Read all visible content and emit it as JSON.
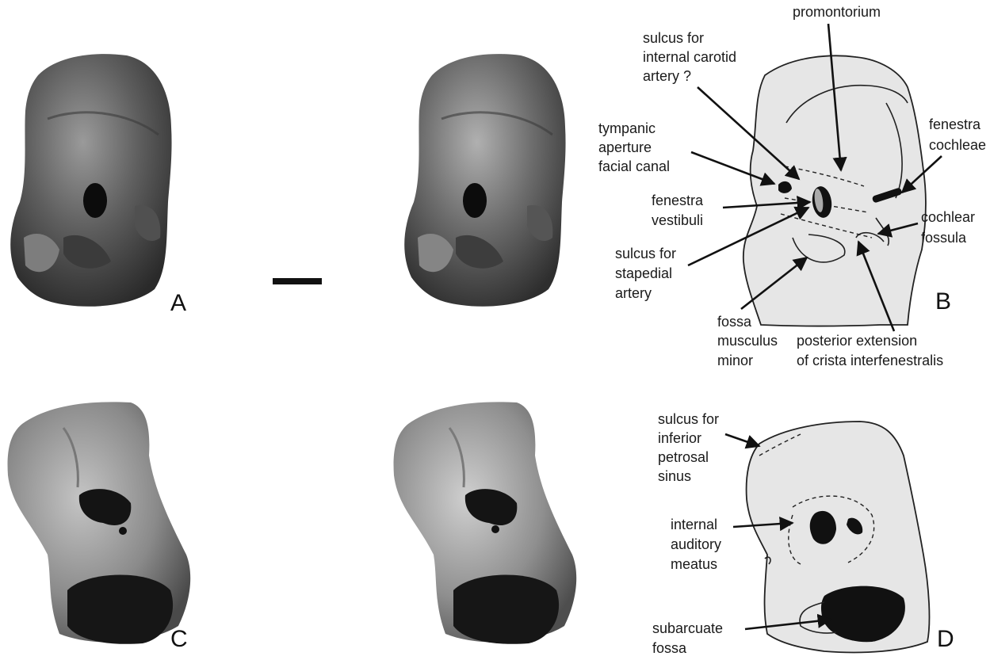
{
  "panels": {
    "A": "A",
    "B": "B",
    "C": "C",
    "D": "D"
  },
  "labels_B": {
    "promontorium": "promontorium",
    "sulcus_carotid": [
      "sulcus for",
      "internal carotid",
      "artery ?"
    ],
    "tympanic_aperture": [
      "tympanic",
      "aperture",
      "facial canal"
    ],
    "fenestra_cochleae": [
      "fenestra",
      "cochleae"
    ],
    "fenestra_vestibuli": [
      "fenestra",
      "vestibuli"
    ],
    "cochlear_fossula": [
      "cochlear",
      "fossula"
    ],
    "sulcus_stapedial": [
      "sulcus for",
      "stapedial",
      "artery"
    ],
    "fossa_musculus": [
      "fossa",
      "musculus",
      "minor"
    ],
    "posterior_extension": [
      "posterior extension",
      "of crista interfenestralis"
    ]
  },
  "labels_D": {
    "sulcus_petrosal": [
      "sulcus for",
      "inferior",
      "petrosal",
      "sinus"
    ],
    "internal_auditory": [
      "internal",
      "auditory",
      "meatus"
    ],
    "subarcuate": [
      "subarcuate",
      "fossa"
    ]
  },
  "colors": {
    "drawing_fill": "#e6e6e6",
    "fossil_dark": "#2f2f2f",
    "fossil_light": "#8f8f8f",
    "ink": "#111111"
  }
}
